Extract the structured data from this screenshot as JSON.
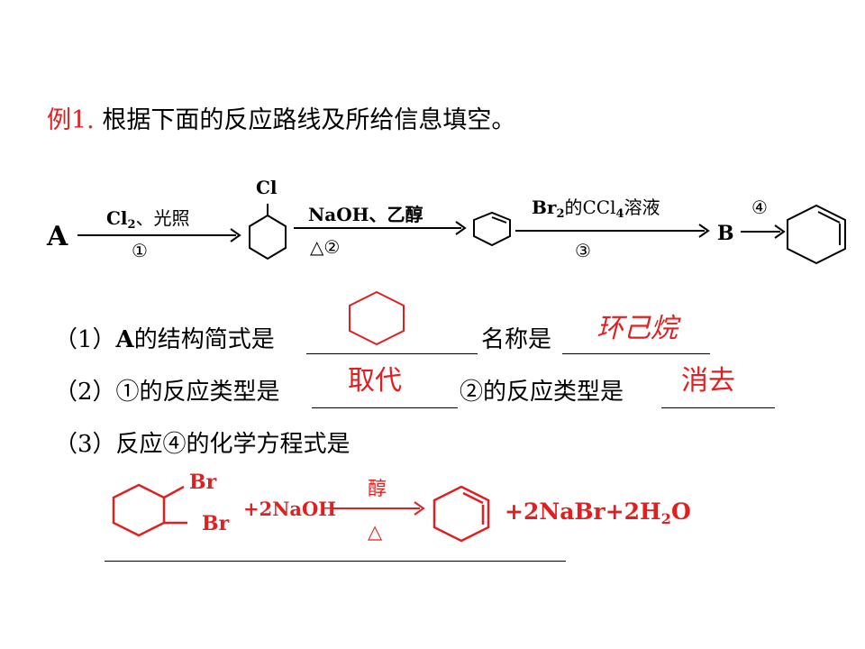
{
  "title": {
    "prefix": "例1.",
    "text": " 根据下面的反应路线及所给信息填空。"
  },
  "scheme": {
    "start": "A",
    "step1": {
      "reagent_a": "Cl",
      "reagent_sub": "2",
      "reagent_b": "、光照",
      "num": "①"
    },
    "cl_label": "Cl",
    "step2": {
      "reagent": "NaOH、乙醇",
      "num": "△②"
    },
    "step3": {
      "reagent_a": "Br",
      "reagent_sub1": "2",
      "reagent_b": "的CCl",
      "reagent_sub2": "4",
      "reagent_c": "溶液",
      "num": "③"
    },
    "b_label": "B",
    "step4": {
      "num": "④"
    }
  },
  "questions": {
    "q1": {
      "prefix": "（1）",
      "a": "A",
      "text": "的结构简式是",
      "text2": "名称是",
      "answer_name": "环己烷"
    },
    "q2": {
      "prefix": "（2）",
      "text": "①的反应类型是",
      "answer1": "取代",
      "text2": "②的反应类型是",
      "answer2": "消去"
    },
    "q3": {
      "prefix": "（3）",
      "text": "反应④的化学方程式是"
    }
  },
  "equation": {
    "br1": "Br",
    "br2": "Br",
    "reagent": "+2NaOH",
    "cond_top": "醇",
    "cond_bottom": "△",
    "products_a": "+2NaBr+2H",
    "products_sub": "2",
    "products_b": "O"
  },
  "colors": {
    "answer": "#e02020",
    "text": "#000000"
  }
}
